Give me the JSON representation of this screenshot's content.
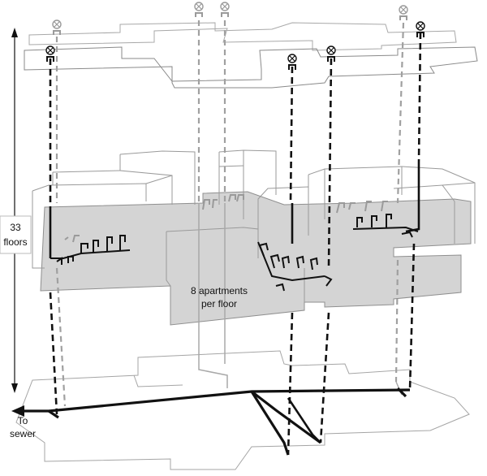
{
  "diagram": {
    "floors_label_line1": "33",
    "floors_label_line2": "floors",
    "apartments_label_line1": "8 apartments",
    "apartments_label_line2": "per floor",
    "sewer_label_line1": "To",
    "sewer_label_line2": "sewer",
    "vent_symbol": "⊗"
  },
  "colors": {
    "floor_fill": "#d4d4d4",
    "outline": "#9a9a9a",
    "pipe_front": "#111111",
    "pipe_back": "#9a9a9a"
  }
}
